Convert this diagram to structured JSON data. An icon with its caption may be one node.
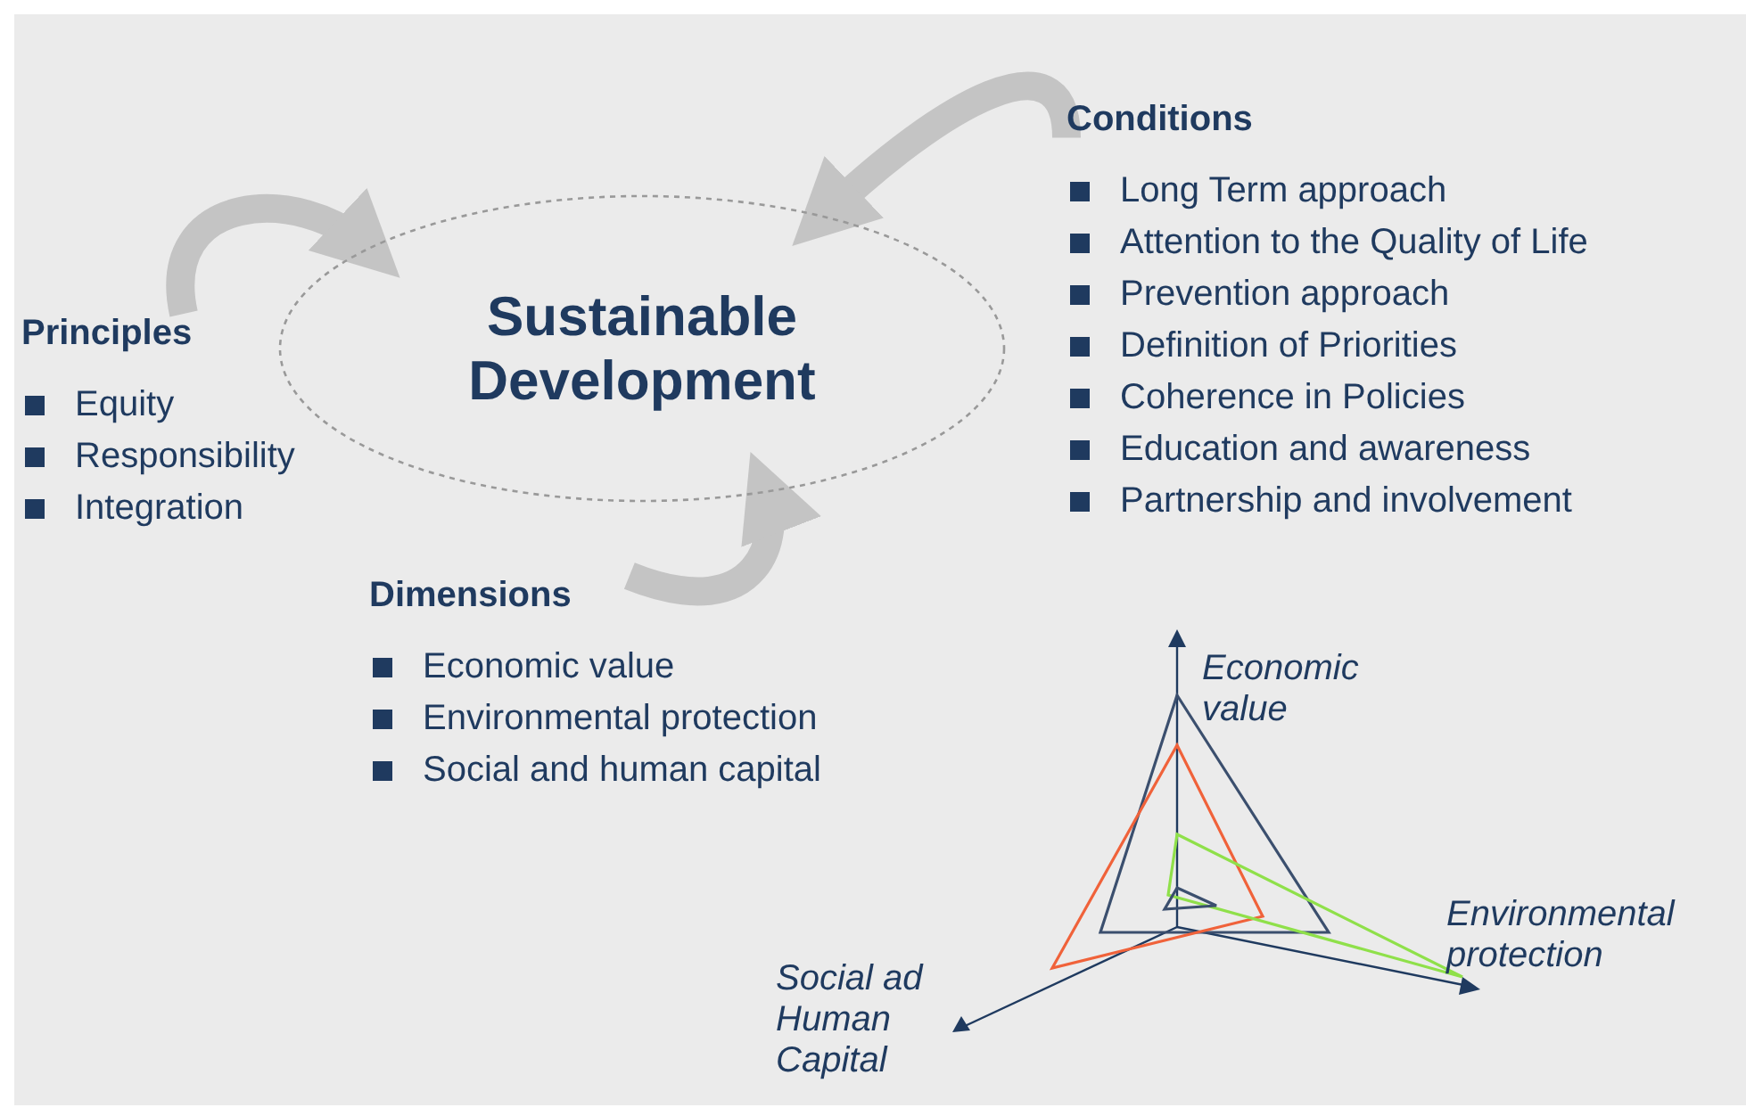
{
  "diagram": {
    "nodes": [
      {
        "text": [
          "Sustainable Development"
        ]
      },
      {
        "text": [
          "Principles",
          "Equity",
          "Responsibility",
          "Integration"
        ]
      },
      {
        "text": [
          "Conditions",
          "Long Term approach",
          "Attention to the Quality of Life",
          "Prevention approach",
          "Definition of Priorities",
          "Coherence in Policies",
          "Education and awareness",
          "Partnership and involvement"
        ]
      },
      {
        "text": [
          "Dimensions",
          "Economic value",
          "Environmental protection",
          "Social and human capital"
        ]
      }
    ],
    "edges": [
      {
        "from": 1,
        "to": 0,
        "arrow": "to"
      },
      {
        "from": 2,
        "to": 0,
        "arrow": "to"
      },
      {
        "from": 3,
        "to": 0,
        "arrow": "to"
      }
    ],
    "labels": [
      "Economic value",
      "Environmental protection",
      "Social ad Human Capital"
    ]
  }
}
